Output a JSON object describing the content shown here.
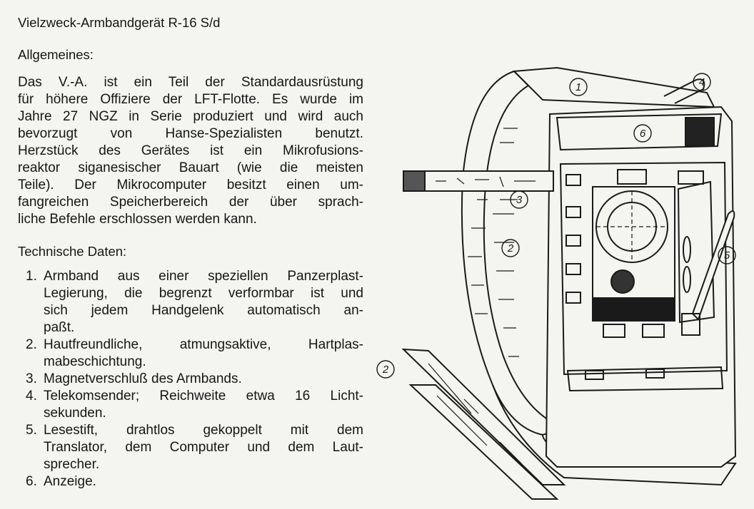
{
  "title": "Vielzweck-Armbandgerät R-16 S/d",
  "general": {
    "heading": "Allgemeines:",
    "lines": [
      "Das V.-A. ist ein Teil der Standardausrüstung",
      "für höhere Offiziere der LFT-Flotte. Es wurde im",
      "Jahre 27 NGZ in Serie produziert und wird auch",
      "bevorzugt von Hanse-Spezialisten benutzt.",
      "Herzstück des Gerätes ist ein Mikrofusions-",
      "reaktor siganesischer Bauart (wie die meisten",
      "Teile). Der Mikrocomputer besitzt einen um-",
      "fangreichen Speicherbereich der über sprach-",
      "liche Befehle erschlossen werden kann."
    ]
  },
  "technical": {
    "heading": "Technische Daten:",
    "items": [
      {
        "num": "1.",
        "lines": [
          "Armband aus einer speziellen Panzerplast-",
          "Legierung, die begrenzt verformbar ist und",
          "sich jedem Handgelenk automatisch an-",
          "paßt."
        ]
      },
      {
        "num": "2.",
        "lines": [
          "Hautfreundliche, atmungsaktive, Hartplas-",
          "mabeschichtung."
        ]
      },
      {
        "num": "3.",
        "lines": [
          "Magnetverschluß des Armbands."
        ]
      },
      {
        "num": "4.",
        "lines": [
          "Telekomsender; Reichweite etwa 16 Licht-",
          "sekunden."
        ]
      },
      {
        "num": "5.",
        "lines": [
          "Lesestift, drahtlos gekoppelt mit dem",
          "Translator, dem Computer und dem Laut-",
          "sprecher."
        ]
      },
      {
        "num": "6.",
        "lines": [
          "Anzeige."
        ]
      }
    ]
  },
  "figure": {
    "callouts": [
      "1",
      "2",
      "3",
      "4",
      "5",
      "6",
      "2"
    ]
  }
}
